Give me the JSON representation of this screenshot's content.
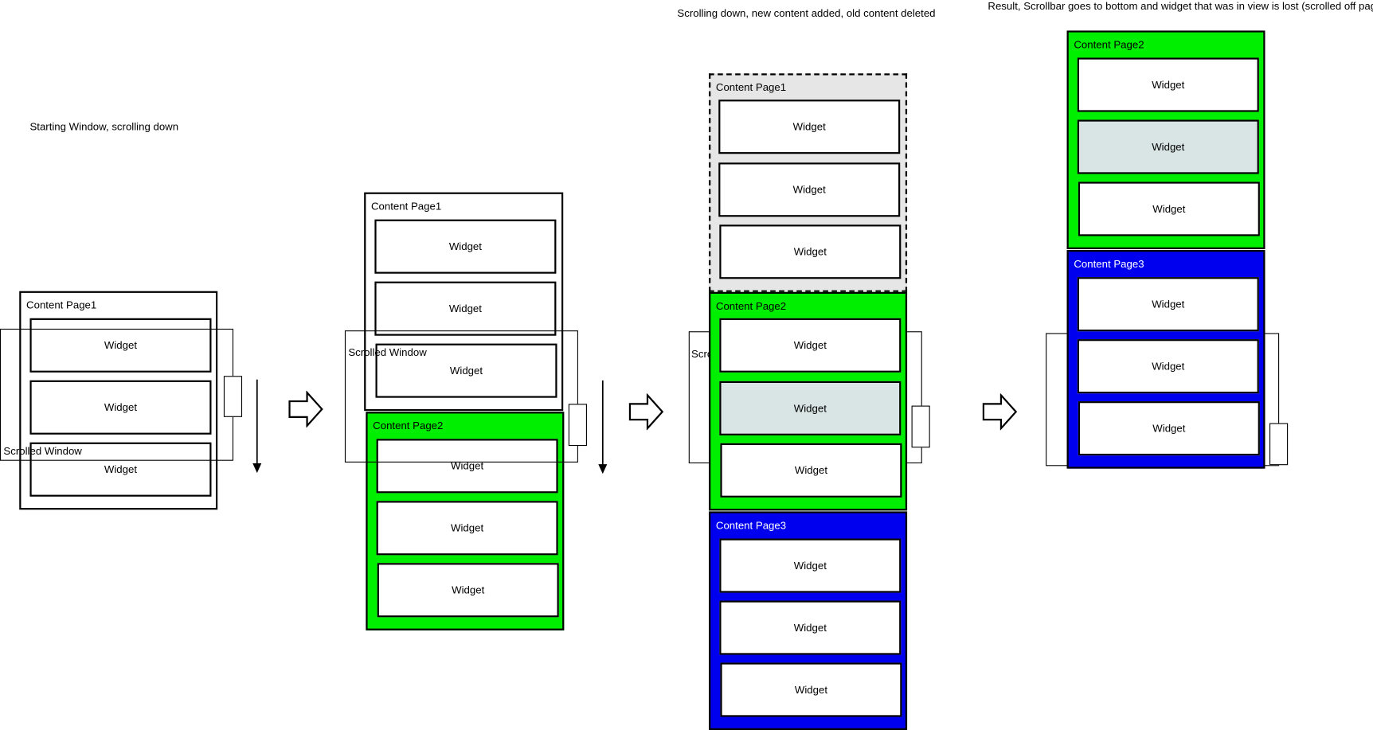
{
  "captions": {
    "step1": "Starting Window, scrolling down",
    "step3": "Scrolling down, new content added, old content deleted",
    "step4": "Result, Scrollbar goes to bottom and widget that was in view is lost (scrolled off page)"
  },
  "labels": {
    "content_page1": "Content Page1",
    "content_page2": "Content Page2",
    "content_page3": "Content Page3",
    "scrolled_window": "Scrolled Window",
    "scrolled_window_clipped": "Scro",
    "widget": "Widget"
  },
  "colors": {
    "page2_fill": "#00ee00",
    "page3_fill": "#0000ee",
    "deleted_page_fill": "#e6e6e6",
    "highlighted_widget_fill": "#d9e4e4"
  },
  "icons": {
    "step_arrow": "hollow-right-arrow-icon",
    "scroll_direction": "down-arrow-icon"
  }
}
